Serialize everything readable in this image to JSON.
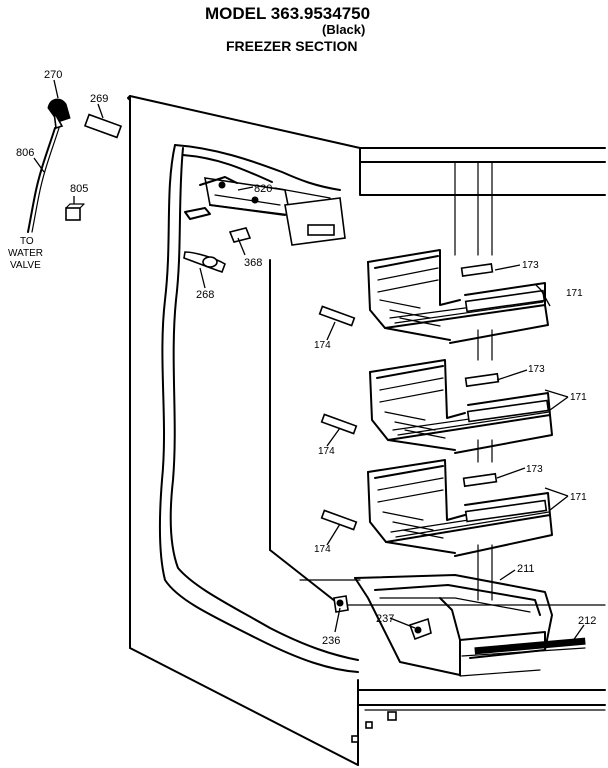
{
  "header": {
    "model": "MODEL 363.9534750",
    "variant": "(Black)",
    "section": "FREEZER SECTION"
  },
  "callouts": {
    "c270": "270",
    "c269": "269",
    "c806": "806",
    "c805": "805",
    "c820": "820",
    "c368": "368",
    "c268": "268",
    "c173a": "173",
    "c171a": "171",
    "c174a": "174",
    "c173b": "173",
    "c171b": "171",
    "c174b": "174",
    "c173c": "173",
    "c171c": "171",
    "c174c": "174",
    "c211": "211",
    "c212": "212",
    "c236": "236",
    "c237": "237"
  },
  "water_label": {
    "line1": "TO",
    "line2": "WATER",
    "line3": "VALVE"
  }
}
